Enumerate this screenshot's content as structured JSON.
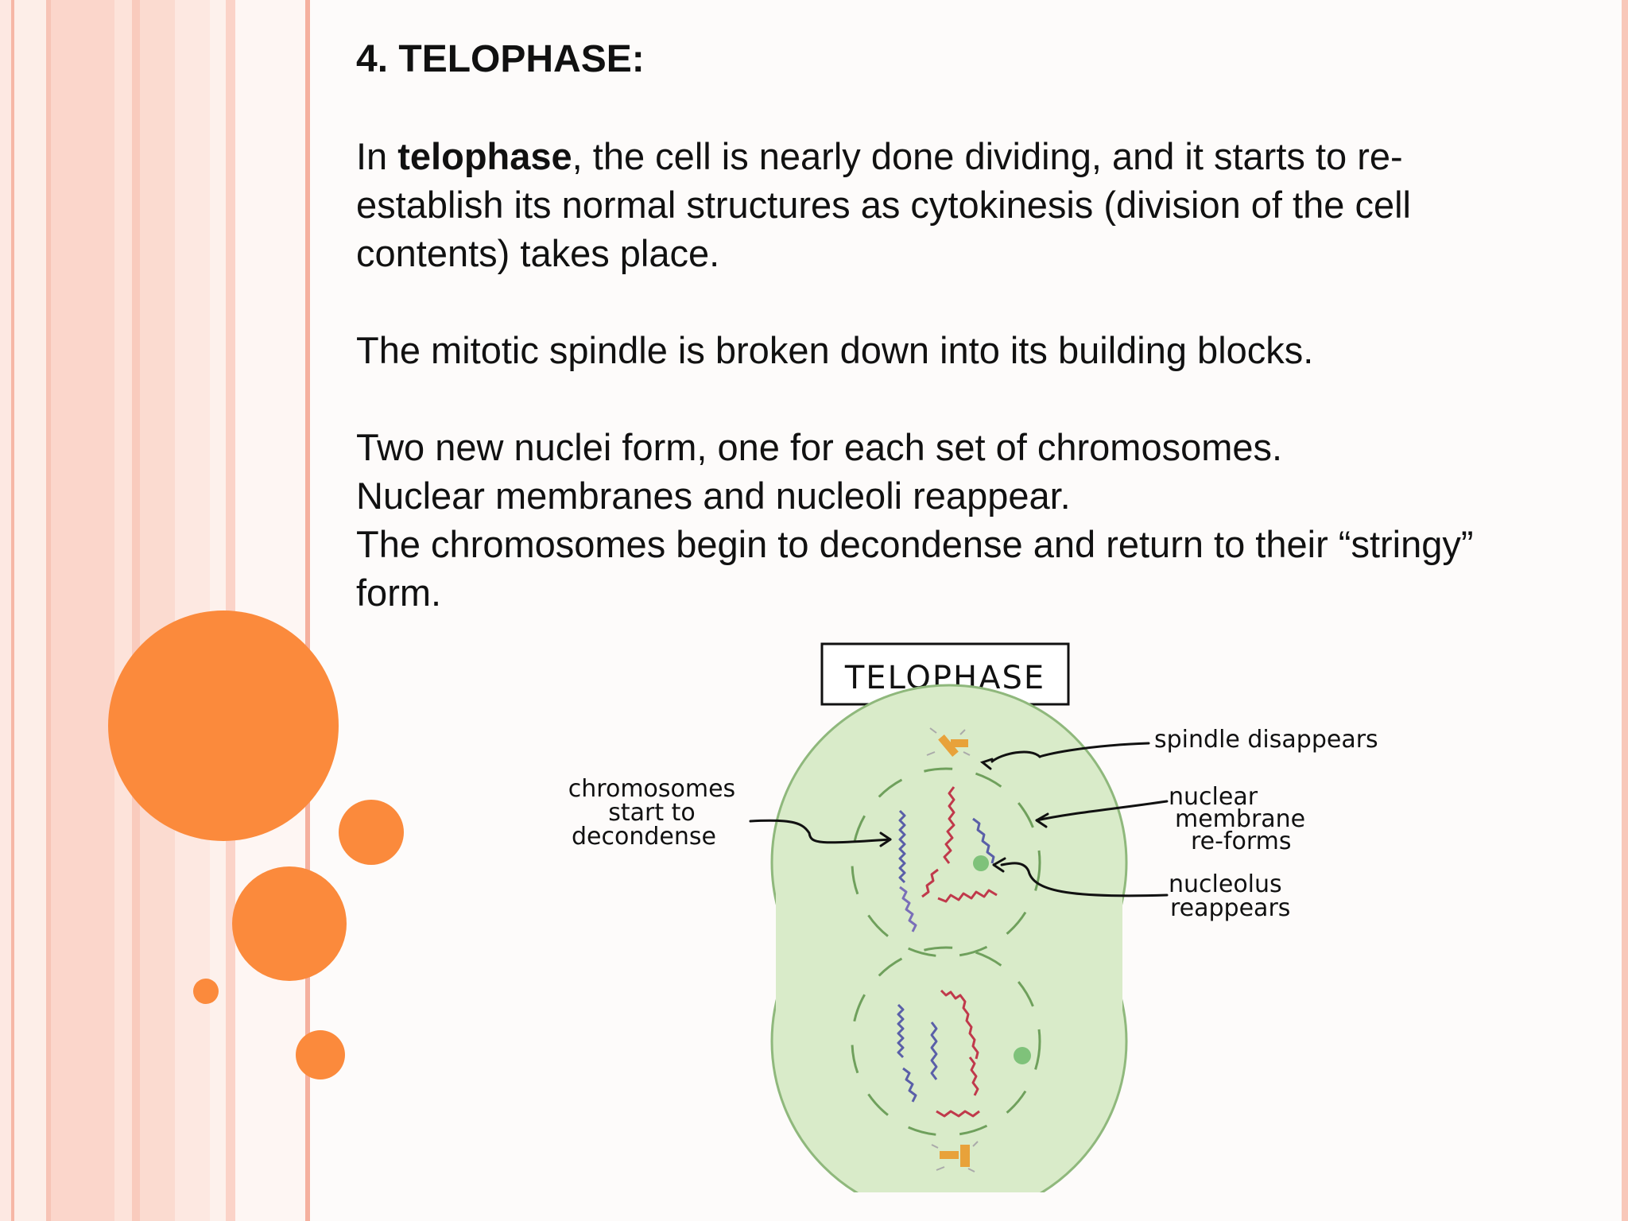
{
  "slide": {
    "title": "4. TELOPHASE:",
    "para1_lead": "In ",
    "para1_bold": "telophase",
    "para1_rest": ", the cell is nearly done dividing, and it starts to re-establish its normal structures as cytokinesis (division of the cell contents) takes place.",
    "para2": "The mitotic spindle is broken down into its building blocks.",
    "para3_line1": "Two new nuclei form, one for each set of chromosomes.",
    "para3_line2": "Nuclear membranes and nucleoli reappear.",
    "para3_line3": "The chromosomes begin to decondense and return to their “stringy” form."
  },
  "diagram": {
    "title": "TELOPHASE",
    "labels": {
      "spindle": "spindle disappears",
      "chromosomes_1": "chromosomes",
      "chromosomes_2": "start to",
      "chromosomes_3": "decondense",
      "membrane_1": "nuclear",
      "membrane_2": "membrane",
      "membrane_3": "re-forms",
      "nucleolus_1": "nucleolus",
      "nucleolus_2": "reappears"
    }
  },
  "colors": {
    "accent_orange": "#fb8a3c",
    "stripe_pink": "#fbd3c8",
    "cell_fill": "#d9ebc9",
    "cell_stroke": "#8fb87c",
    "chromosome_red": "#c0394b",
    "chromosome_blue": "#5a5fa8",
    "nucleolus_green": "#7fc27a",
    "centrosome": "#e8a23a"
  }
}
